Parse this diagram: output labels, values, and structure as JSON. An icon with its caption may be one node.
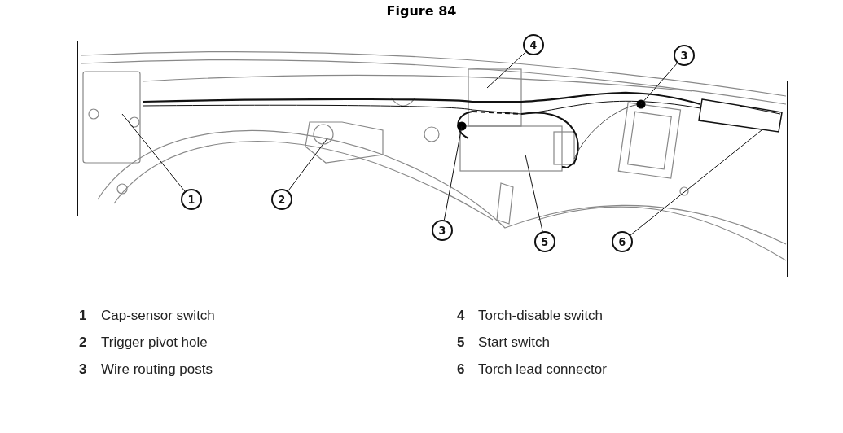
{
  "diagram": {
    "title": "Figure 84",
    "nodes": [
      {
        "text": [
          "4"
        ]
      },
      {
        "text": [
          "3"
        ]
      },
      {
        "text": [
          "1"
        ]
      },
      {
        "text": [
          "2"
        ]
      },
      {
        "text": [
          "3"
        ]
      },
      {
        "text": [
          "5"
        ]
      },
      {
        "text": [
          "6"
        ]
      }
    ],
    "edges": [
      {
        "from": 0,
        "to": null,
        "arrow": "none"
      },
      {
        "from": 1,
        "to": null,
        "arrow": "none"
      },
      {
        "from": 2,
        "to": null,
        "arrow": "none"
      },
      {
        "from": 3,
        "to": null,
        "arrow": "none"
      },
      {
        "from": 4,
        "to": null,
        "arrow": "none"
      },
      {
        "from": 5,
        "to": null,
        "arrow": "none"
      },
      {
        "from": 6,
        "to": null,
        "arrow": "none"
      }
    ],
    "labels": [
      "1",
      "Cap-sensor switch",
      "4",
      "Torch-disable switch",
      "2",
      "Trigger pivot hole",
      "5",
      "Start switch",
      "3",
      "Wire routing posts",
      "6",
      "Torch lead connector"
    ]
  }
}
